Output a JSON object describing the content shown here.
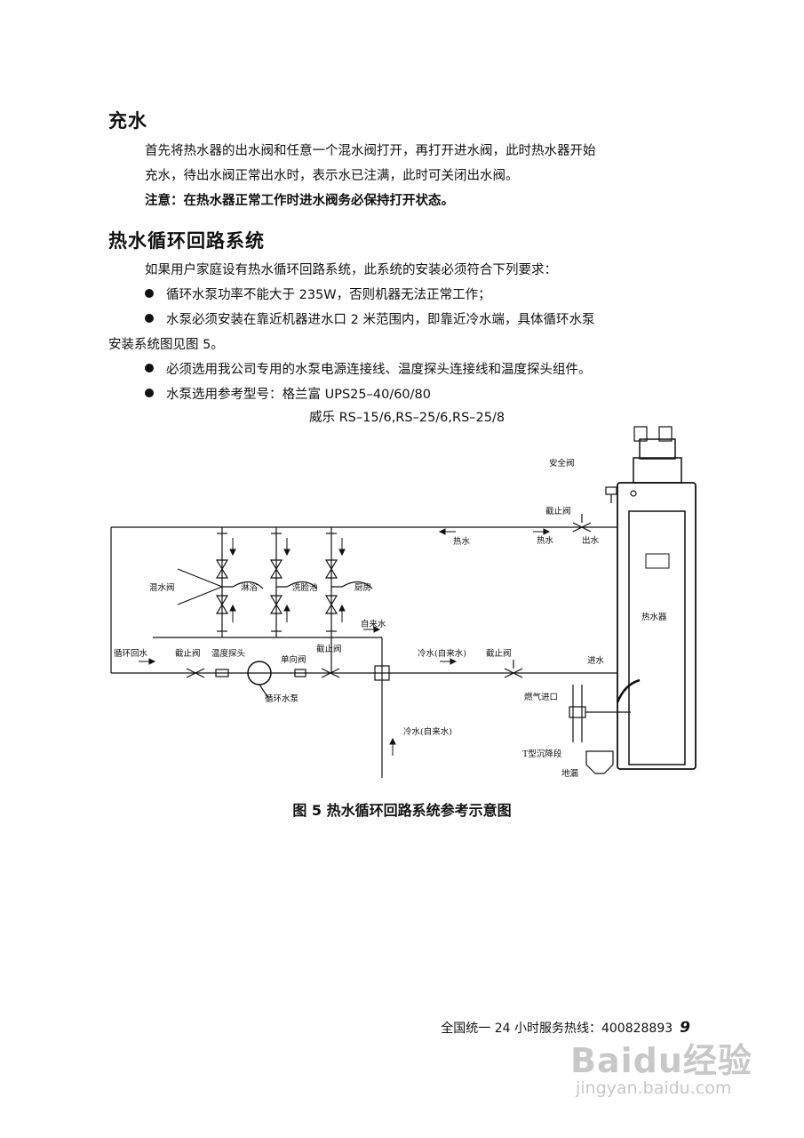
{
  "section_fill": {
    "heading": "充水",
    "para_line1": "首先将热水器的出水阀和任意一个混水阀打开，再打开进水阀，此时热水器开始",
    "para_line2": "充水，待出水阀正常出水时，表示水已注满，此时可关闭出水阀。",
    "note": "注意：在热水器正常工作时进水阀务必保持打开状态。"
  },
  "section_loop": {
    "heading": "热水循环回路系统",
    "intro": "如果用户家庭设有热水循环回路系统，此系统的安装必须符合下列要求：",
    "bullet1": "循环水泵功率不能大于 235W，否则机器无法正常工作；",
    "bullet2_line1": "水泵必须安装在靠近机器进水口 2 米范围内，即靠近冷水端，具体循环水泵",
    "bullet2_line2": "安装系统图见图 5。",
    "bullet3": "必须选用我公司专用的水泵电源连接线、温度探头连接线和温度探头组件。",
    "bullet4": "水泵选用参考型号：格兰富 UPS25–40/60/80",
    "bullet4_cont": "威乐 RS–15/6,RS–25/6,RS–25/8"
  },
  "diagram": {
    "safety_valve": "安全阀",
    "shutoff_valve": "截止阀",
    "hot_water": "热水",
    "outlet": "出水",
    "mixing_valve": "混水阀",
    "shower": "淋浴",
    "basin": "洗脸池",
    "kitchen": "厨房",
    "heater": "热水器",
    "tap_water": "自来水",
    "return_water": "循环回水",
    "temp_probe": "温度探头",
    "check_valve": "单向阀",
    "cold_tap": "冷水(自来水)",
    "inlet": "进水",
    "pump": "循环水泵",
    "gas_inlet": "燃气进口",
    "t_trap": "T型沉降段",
    "floor_drain": "地漏"
  },
  "caption": "图 5  热水循环回路系统参考示意图",
  "footer": {
    "hotline": "全国统一 24 小时服务热线：400828893",
    "page_number": "9"
  },
  "watermark": {
    "brand": "Baidu经验",
    "url": "jingyan.baidu.com"
  }
}
